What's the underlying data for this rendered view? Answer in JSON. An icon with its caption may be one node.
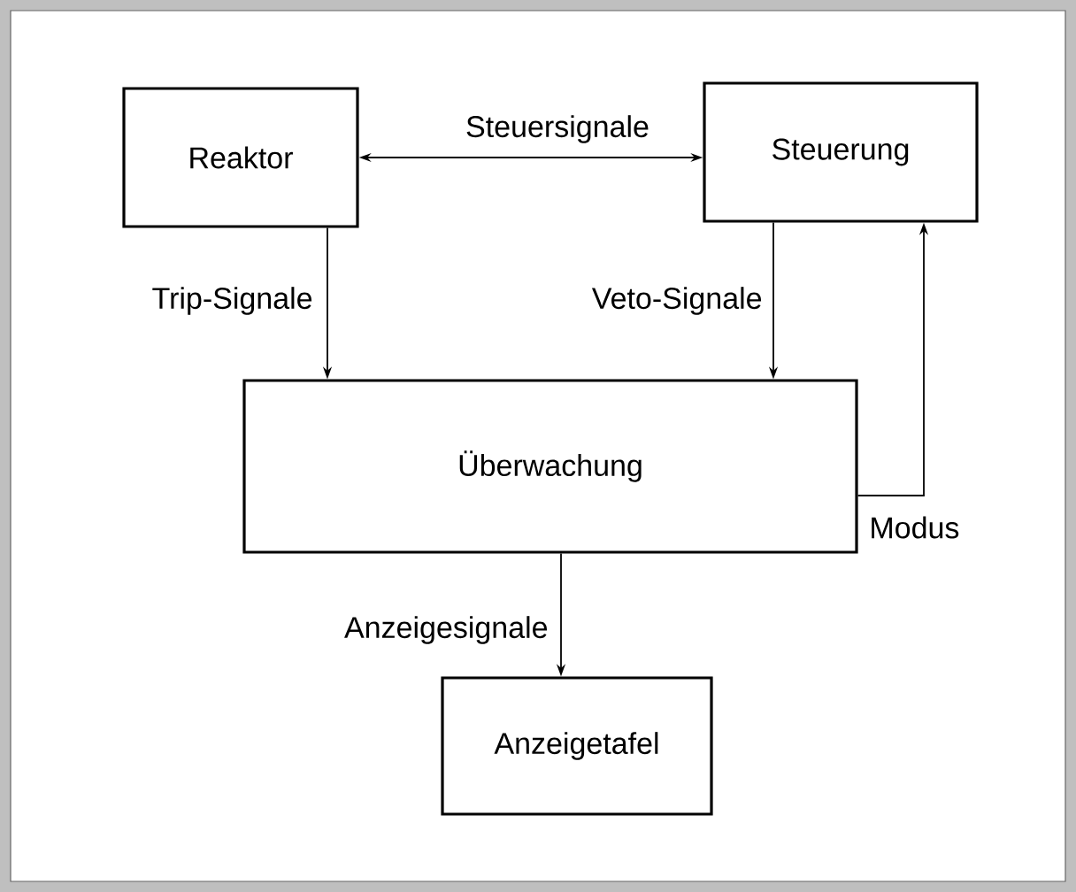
{
  "diagram": {
    "nodes": [
      {
        "text": [
          "Reaktor"
        ]
      },
      {
        "text": [
          "Steuerung"
        ]
      },
      {
        "text": [
          "Überwachung"
        ]
      },
      {
        "text": [
          "Anzeigetafel"
        ]
      }
    ],
    "edges": [
      {
        "from": 0,
        "to": 1,
        "arrow": "both",
        "label": "Steuersignale"
      },
      {
        "from": 0,
        "to": 2,
        "arrow": "to",
        "label": "Trip-Signale"
      },
      {
        "from": 1,
        "to": 2,
        "arrow": "to",
        "label": "Veto-Signale"
      },
      {
        "from": 2,
        "to": 1,
        "arrow": "to",
        "label": "Modus"
      },
      {
        "from": 2,
        "to": 3,
        "arrow": "to",
        "label": "Anzeigesignale"
      }
    ]
  }
}
